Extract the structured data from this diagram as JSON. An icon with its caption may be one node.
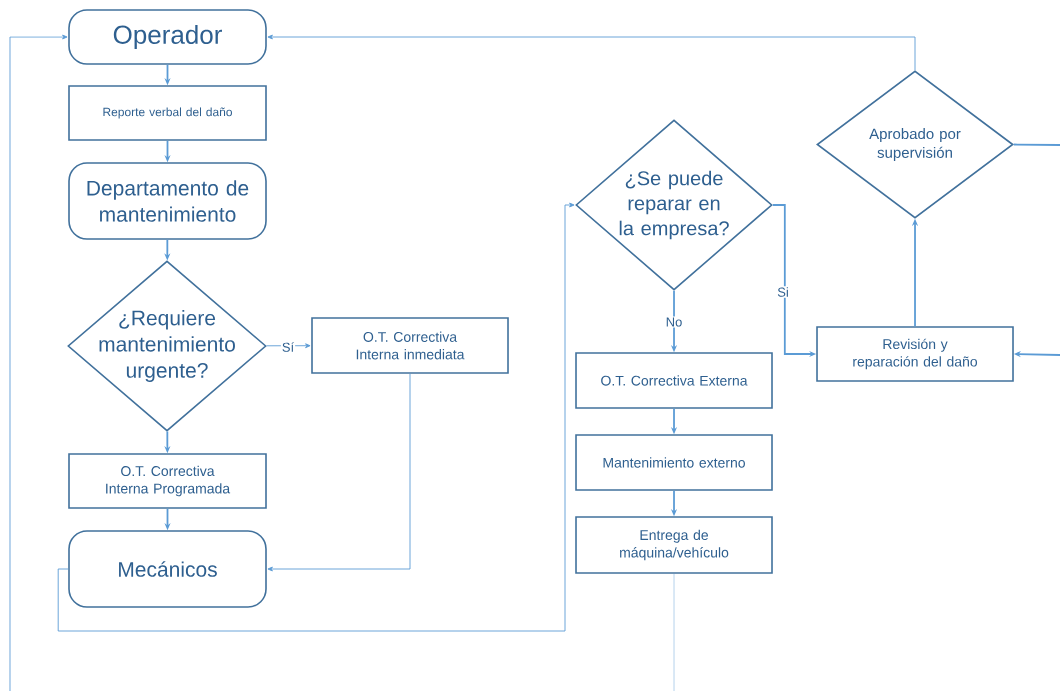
{
  "diagram": {
    "nodes": [
      {
        "text": [
          "Operador"
        ]
      },
      {
        "text": [
          "Reporte verbal del daño"
        ]
      },
      {
        "text": [
          "Departamento de mantenimiento"
        ]
      },
      {
        "text": [
          "¿Requiere mantenimiento urgente?"
        ]
      },
      {
        "text": [
          "O.T. Correctiva Interna inmediata"
        ]
      },
      {
        "text": [
          "O.T. Correctiva Interna Programada"
        ]
      },
      {
        "text": [
          "Mecánicos"
        ]
      },
      {
        "text": [
          "¿Se puede reparar en la empresa?"
        ]
      },
      {
        "text": [
          "O.T. Correctiva Externa"
        ]
      },
      {
        "text": [
          "Mantenimiento externo"
        ]
      },
      {
        "text": [
          "Entrega de máquina/vehículo"
        ]
      },
      {
        "text": [
          "Aprobado por supervisión"
        ]
      },
      {
        "text": [
          "Revisión y reparación del daño"
        ]
      }
    ],
    "edges": [
      {
        "from": 0,
        "to": 1,
        "arrow": "to"
      },
      {
        "from": 1,
        "to": 2,
        "arrow": "to"
      },
      {
        "from": 2,
        "to": 3,
        "arrow": "to"
      },
      {
        "from": 3,
        "to": 4,
        "arrow": "to",
        "label": "Sí"
      },
      {
        "from": 3,
        "to": 5,
        "arrow": "to"
      },
      {
        "from": 5,
        "to": 6,
        "arrow": "to"
      },
      {
        "from": 4,
        "to": 6,
        "arrow": "to"
      },
      {
        "from": 6,
        "to": 7,
        "arrow": "to"
      },
      {
        "from": 7,
        "to": 8,
        "arrow": "to",
        "label": "No"
      },
      {
        "from": 7,
        "to": 12,
        "arrow": "to",
        "label": "Si"
      },
      {
        "from": 12,
        "to": 11,
        "arrow": "to"
      },
      {
        "from": 11,
        "to": 0,
        "arrow": "to"
      },
      {
        "from": 11,
        "to": null,
        "arrow": "none"
      },
      {
        "from": null,
        "to": 12,
        "arrow": "to"
      },
      {
        "from": 10,
        "to": null,
        "arrow": "none"
      },
      {
        "from": null,
        "to": 0,
        "arrow": "to"
      },
      {
        "from": 8,
        "to": 9,
        "arrow": "to"
      },
      {
        "from": 9,
        "to": 10,
        "arrow": "to"
      }
    ]
  }
}
